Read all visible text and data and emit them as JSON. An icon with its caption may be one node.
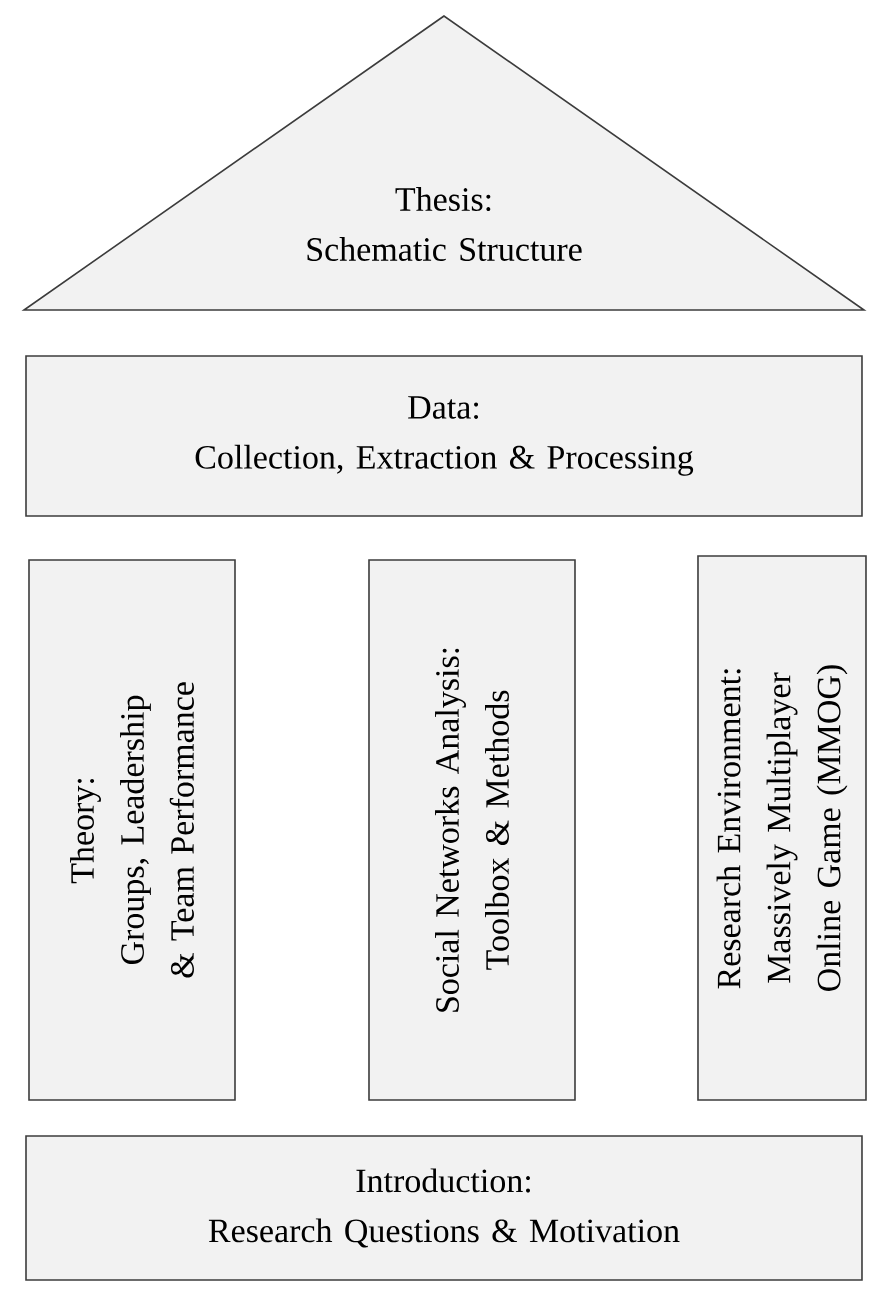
{
  "diagram": {
    "nodes": [
      {
        "text": [
          "Thesis:",
          "Schematic Structure"
        ]
      },
      {
        "text": [
          "Data:",
          "Collection, Extraction & Processing"
        ]
      },
      {
        "text": [
          "Theory:",
          "Groups, Leadership & Team Performance"
        ]
      },
      {
        "text": [
          "Social Networks Analysis:",
          "Toolbox & Methods"
        ]
      },
      {
        "text": [
          "Research Environment:",
          "Massively Multiplayer Online Game (MMOG)"
        ]
      },
      {
        "text": [
          "Introduction:",
          "Research Questions & Motivation"
        ]
      }
    ]
  }
}
